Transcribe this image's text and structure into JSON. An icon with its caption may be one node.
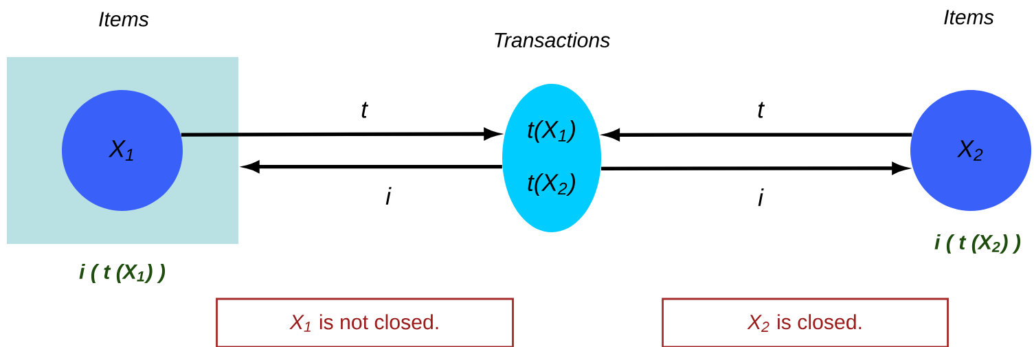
{
  "diagram": {
    "nodes": [
      {
        "text": [],
        "shape": "box",
        "beside": [
          "Items",
          "i ( t (X$_{1}$) )"
        ]
      },
      {
        "text": [
          "X$_{1}$"
        ],
        "in": 0
      },
      {
        "text": [
          "t(X$_{1}$)",
          "t(X$_{2}$)"
        ],
        "beside": [
          "Transactions"
        ]
      },
      {
        "text": [
          "X$_{2}$"
        ],
        "beside": [
          "Items",
          "i ( t (X$_{2}$) )"
        ]
      },
      {
        "text": [
          "*X$_{1}$* is not closed."
        ]
      },
      {
        "text": [
          "*X$_{2}$* is closed."
        ]
      }
    ],
    "edges": [
      {
        "from": 1,
        "to": 2,
        "arrow": "to",
        "label": "t"
      },
      {
        "from": 2,
        "to": 0,
        "arrow": "to",
        "label": "i"
      },
      {
        "from": 3,
        "to": 2,
        "arrow": "to",
        "label": "t"
      },
      {
        "from": 2,
        "to": 3,
        "arrow": "to",
        "label": "i"
      }
    ]
  }
}
